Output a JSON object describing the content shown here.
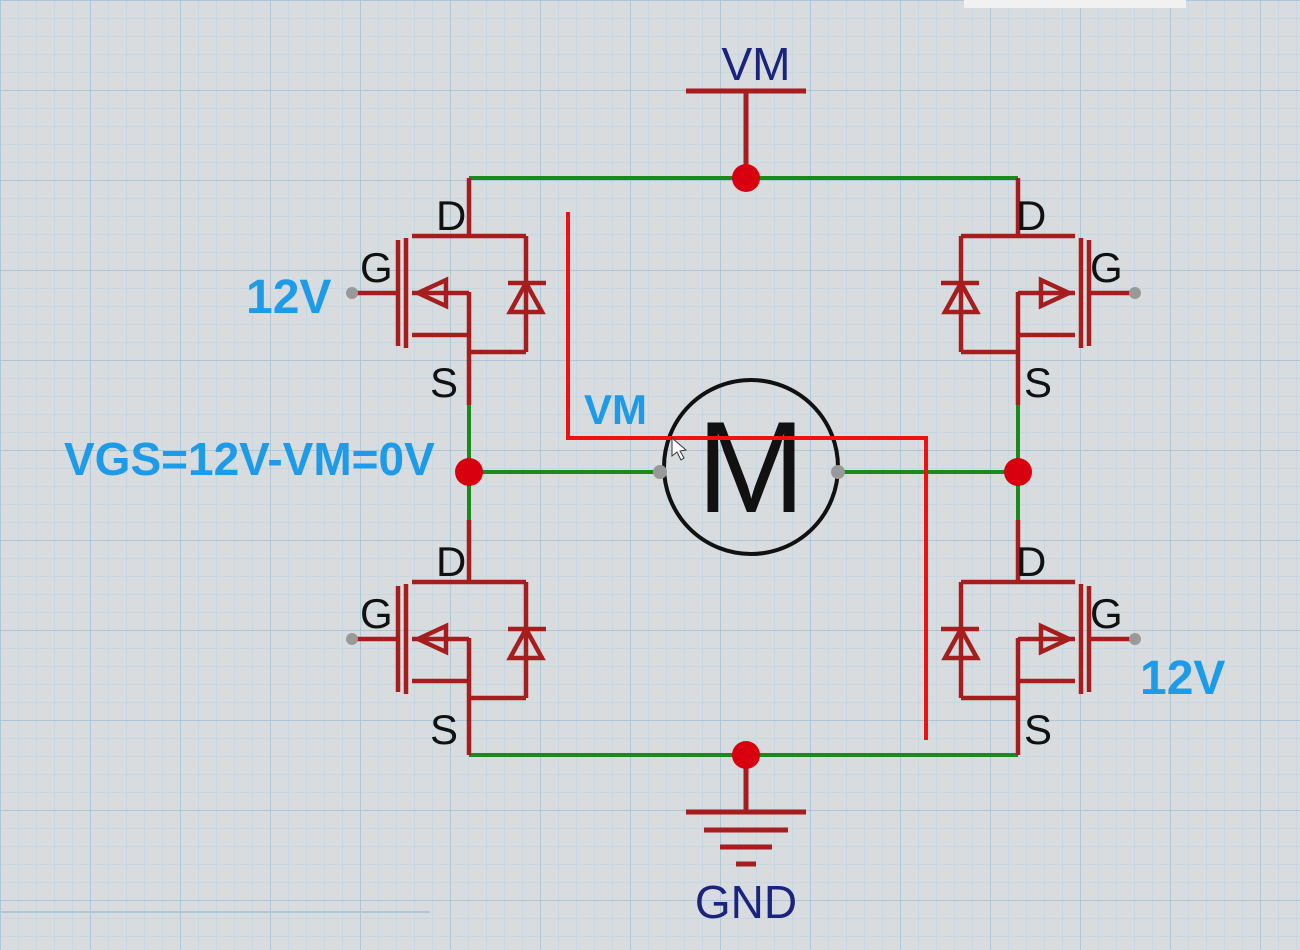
{
  "schematic": {
    "supply_label": "VM",
    "ground_label": "GND",
    "motor_label": "M",
    "pin_labels": {
      "drain": "D",
      "gate": "G",
      "source": "S"
    },
    "gate_voltage_left": "12V",
    "gate_voltage_right": "12V",
    "vgs_annotation": "VGS=12V-VM=0V",
    "path_label": "VM"
  },
  "colors": {
    "wire": "#1a8a1a",
    "component": "#a51d1d",
    "junction": "#d8000f",
    "current_path": "#ee1111",
    "blue_text": "#1e9be8",
    "navy_text": "#1a237e",
    "grid_minor": "#b9d3e3",
    "grid_major": "#9dc0d6",
    "background": "#d8dcde"
  }
}
